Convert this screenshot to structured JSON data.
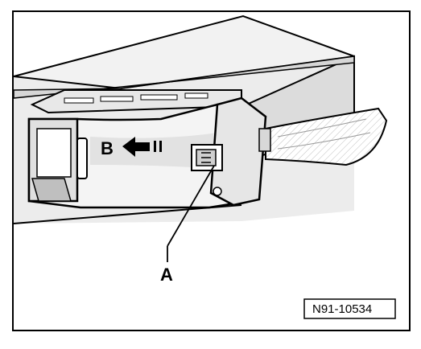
{
  "diagram": {
    "callouts": {
      "A": "A",
      "B": "B"
    },
    "figure_ref": "N91-10534",
    "icons": {
      "direction_arrow": "arrow-left-icon",
      "release_tab": "release-tab-icon"
    }
  }
}
